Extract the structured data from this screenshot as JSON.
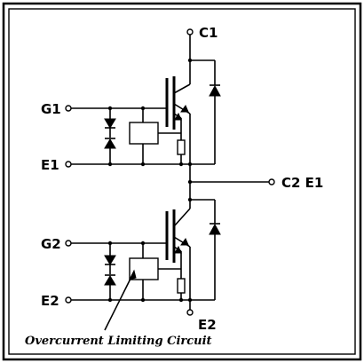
{
  "terminals": {
    "c1": "C1",
    "g1": "G1",
    "e1": "E1",
    "c2e1": "C2 E1",
    "g2": "G2",
    "e2_left": "E2",
    "e2_bottom": "E2"
  },
  "annotation": "Overcurrent Limiting Circuit"
}
